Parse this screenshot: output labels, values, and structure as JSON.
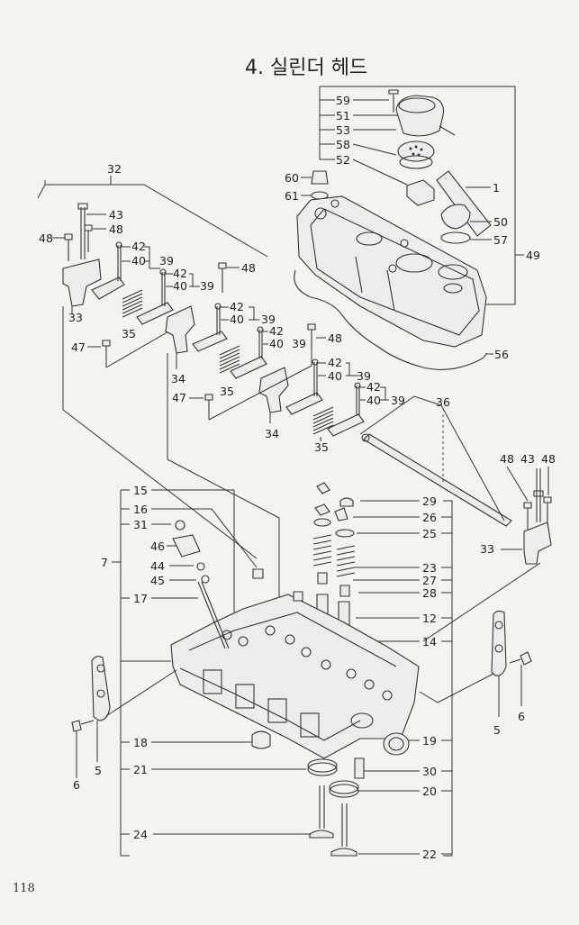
{
  "title": "4. 실린더 헤드",
  "page_number": "118",
  "callouts": {
    "c1": "1",
    "c5": "5",
    "c6": "6",
    "c7": "7",
    "c12": "12",
    "c14": "14",
    "c15": "15",
    "c16": "16",
    "c17": "17",
    "c18": "18",
    "c19": "19",
    "c20": "20",
    "c21": "21",
    "c22": "22",
    "c23": "23",
    "c24": "24",
    "c25": "25",
    "c26": "26",
    "c27": "27",
    "c28": "28",
    "c29": "29",
    "c30": "30",
    "c31": "31",
    "c32": "32",
    "c33": "33",
    "c34": "34",
    "c35": "35",
    "c36": "36",
    "c39": "39",
    "c40": "40",
    "c42": "42",
    "c43": "43",
    "c44": "44",
    "c45": "45",
    "c46": "46",
    "c47": "47",
    "c48": "48",
    "c49": "49",
    "c50": "50",
    "c51": "51",
    "c52": "52",
    "c53": "53",
    "c56": "56",
    "c57": "57",
    "c58": "58",
    "c59": "59",
    "c60": "60",
    "c61": "61"
  }
}
